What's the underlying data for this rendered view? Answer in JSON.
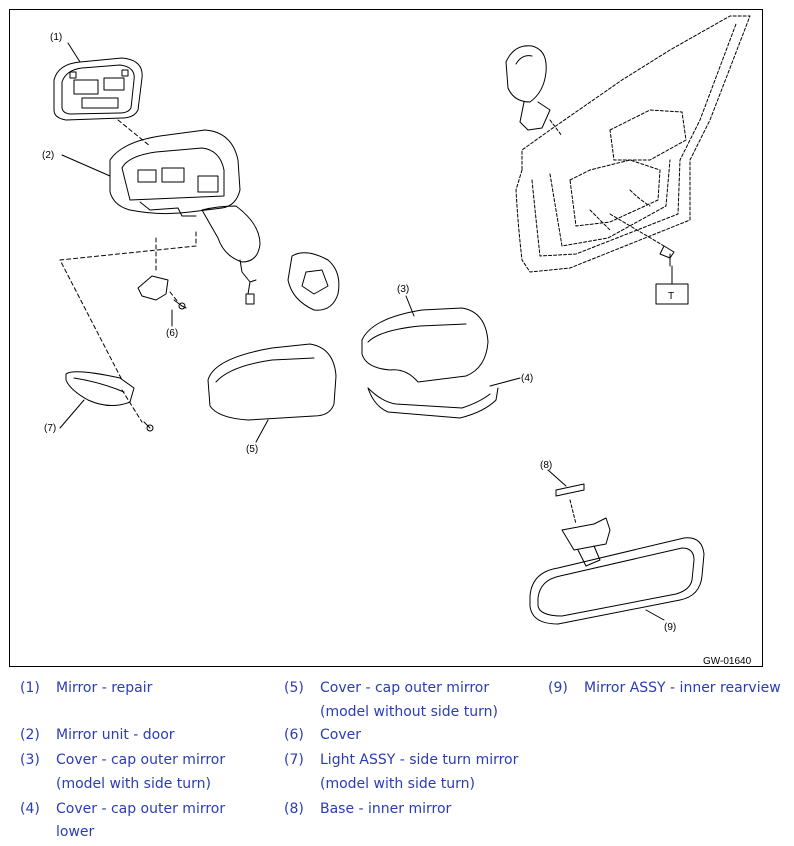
{
  "figure": {
    "code": "GW-01640",
    "callouts": {
      "c1": "(1)",
      "c2": "(2)",
      "c3": "(3)",
      "c4": "(4)",
      "c5": "(5)",
      "c6": "(6)",
      "c7": "(7)",
      "c8": "(8)",
      "c9": "(9)",
      "t": "T"
    }
  },
  "legend": {
    "i1": {
      "num": "(1)",
      "l1": "Mirror - repair",
      "l2": ""
    },
    "i2": {
      "num": "(2)",
      "l1": "Mirror unit - door",
      "l2": ""
    },
    "i3": {
      "num": "(3)",
      "l1": "Cover - cap outer mirror",
      "l2": "(model with side turn)"
    },
    "i4": {
      "num": "(4)",
      "l1": "Cover - cap outer mirror",
      "l2": "lower"
    },
    "i5": {
      "num": "(5)",
      "l1": "Cover - cap outer mirror",
      "l2": "(model without side turn)"
    },
    "i6": {
      "num": "(6)",
      "l1": "Cover",
      "l2": ""
    },
    "i7": {
      "num": "(7)",
      "l1": "Light ASSY - side turn mirror",
      "l2": "(model with side turn)"
    },
    "i8": {
      "num": "(8)",
      "l1": "Base - inner mirror",
      "l2": ""
    },
    "i9": {
      "num": "(9)",
      "l1": "Mirror ASSY - inner rearview",
      "l2": ""
    }
  },
  "colors": {
    "legend_text": "#2a3cb4",
    "line": "#000000"
  }
}
